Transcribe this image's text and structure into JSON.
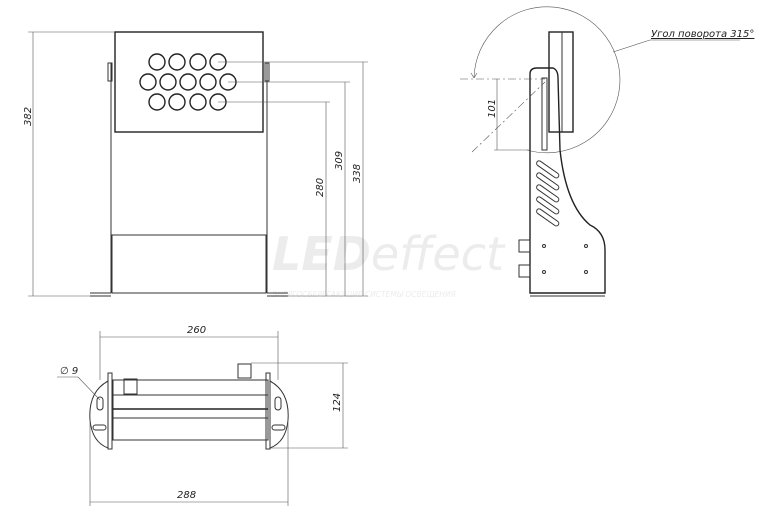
{
  "watermark": {
    "brand_led": "LED",
    "brand_effect": "effect",
    "tagline": "ЭНЕРГОСБЕРЕГАЮЩИЕ СИСТЕМЫ ОСВЕЩЕНИЯ"
  },
  "front_view": {
    "dim_total_height": "382",
    "dim_row3": "280",
    "dim_row2": "309",
    "dim_row1": "338"
  },
  "side_view": {
    "rotation_label": "Угол поворота 315°",
    "dim_offset": "101"
  },
  "top_view": {
    "dim_inner_width": "260",
    "dim_outer_width": "288",
    "dim_depth": "124",
    "dim_hole": "∅ 9"
  }
}
